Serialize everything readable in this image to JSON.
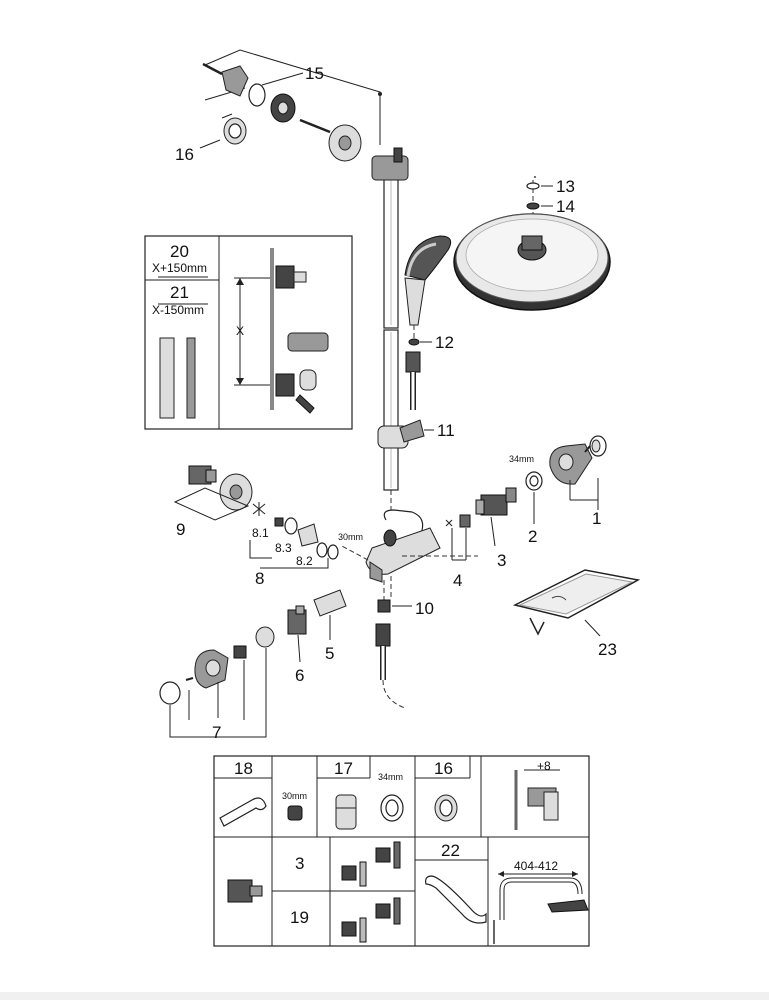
{
  "callouts": {
    "c1": "1",
    "c2": "2",
    "c3": "3",
    "c4": "4",
    "c5": "5",
    "c6": "6",
    "c7": "7",
    "c8": "8",
    "c8_1": "8.1",
    "c8_2": "8.2",
    "c8_3": "8.3",
    "c9": "9",
    "c10": "10",
    "c11": "11",
    "c12": "12",
    "c13": "13",
    "c14": "14",
    "c15": "15",
    "c16": "16",
    "c23": "23"
  },
  "dims": {
    "d34": "34mm",
    "d30": "30mm"
  },
  "inset": {
    "n20": "20",
    "n20_sub": "X+150mm",
    "n21": "21",
    "n21_sub": "X-150mm",
    "x_label": "X"
  },
  "table": {
    "n18": "18",
    "d30mm": "30mm",
    "n17": "17",
    "d34mm": "34mm",
    "n16": "16",
    "plus8": "+8",
    "n3": "3",
    "n19": "19",
    "n22": "22",
    "range": "404-412"
  }
}
